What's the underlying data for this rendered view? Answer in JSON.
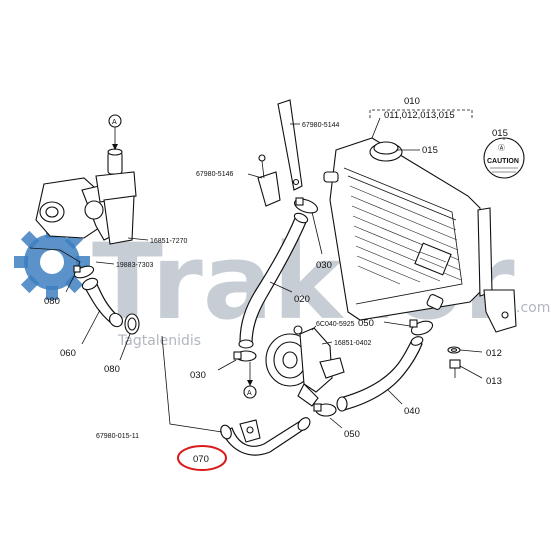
{
  "watermark": {
    "brand": "Traktor",
    "sub_left": "Tagtalenidis",
    "sub_right": ".com",
    "gear_color": "#3e7fc0"
  },
  "labels": {
    "l010": "010",
    "l010_sub": "011,012,013,015",
    "l015_top": "015",
    "l015": "015",
    "caution_title": "Ⓐ",
    "caution_word": "CAUTION",
    "p5144": "67980-5144",
    "p5146": "67980-5146",
    "p7270": "16851-7270",
    "p7303": "19883-7303",
    "p5925": "6C040-5925",
    "p0402": "16851-0402",
    "p015_11": "67980-015-11",
    "l020": "020",
    "l030a": "030",
    "l030b": "030",
    "l040": "040",
    "l050a": "050",
    "l050b": "050",
    "l060": "060",
    "l070": "070",
    "l080a": "080",
    "l080b": "080",
    "l012": "012",
    "l013": "013",
    "markA": "A",
    "markA2": "A"
  },
  "highlight_color": "#d81b1b"
}
